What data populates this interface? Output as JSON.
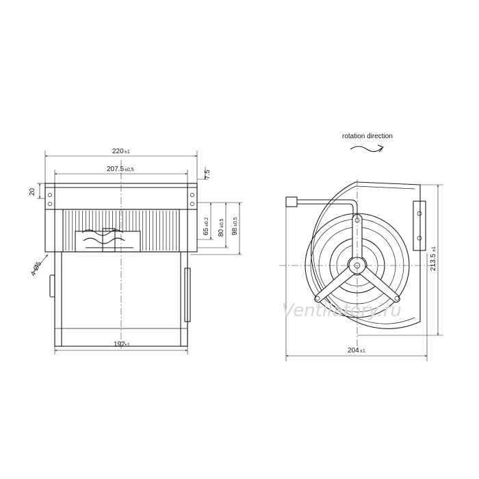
{
  "labels": {
    "rotation_direction": "rotation direction",
    "watermark": "Ventilatory.ru"
  },
  "dimensions": {
    "overall_width": {
      "value": "220",
      "tol": "±1"
    },
    "inner_width": {
      "value": "207.5",
      "tol": "±0.5"
    },
    "flange_height": {
      "value": "20",
      "tol": ""
    },
    "offset_top": {
      "value": "7.5",
      "tol": ""
    },
    "holes": {
      "value": "4-Ø5",
      "tol": ""
    },
    "dim_65": {
      "value": "65",
      "tol": "±0.2"
    },
    "dim_80": {
      "value": "80",
      "tol": "±0.5"
    },
    "dim_98": {
      "value": "98",
      "tol": "±0.5"
    },
    "body_width": {
      "value": "192",
      "tol": "±1"
    },
    "housing_width": {
      "value": "204",
      "tol": "±1"
    },
    "housing_height": {
      "value": "213.5",
      "tol": "±1"
    }
  }
}
